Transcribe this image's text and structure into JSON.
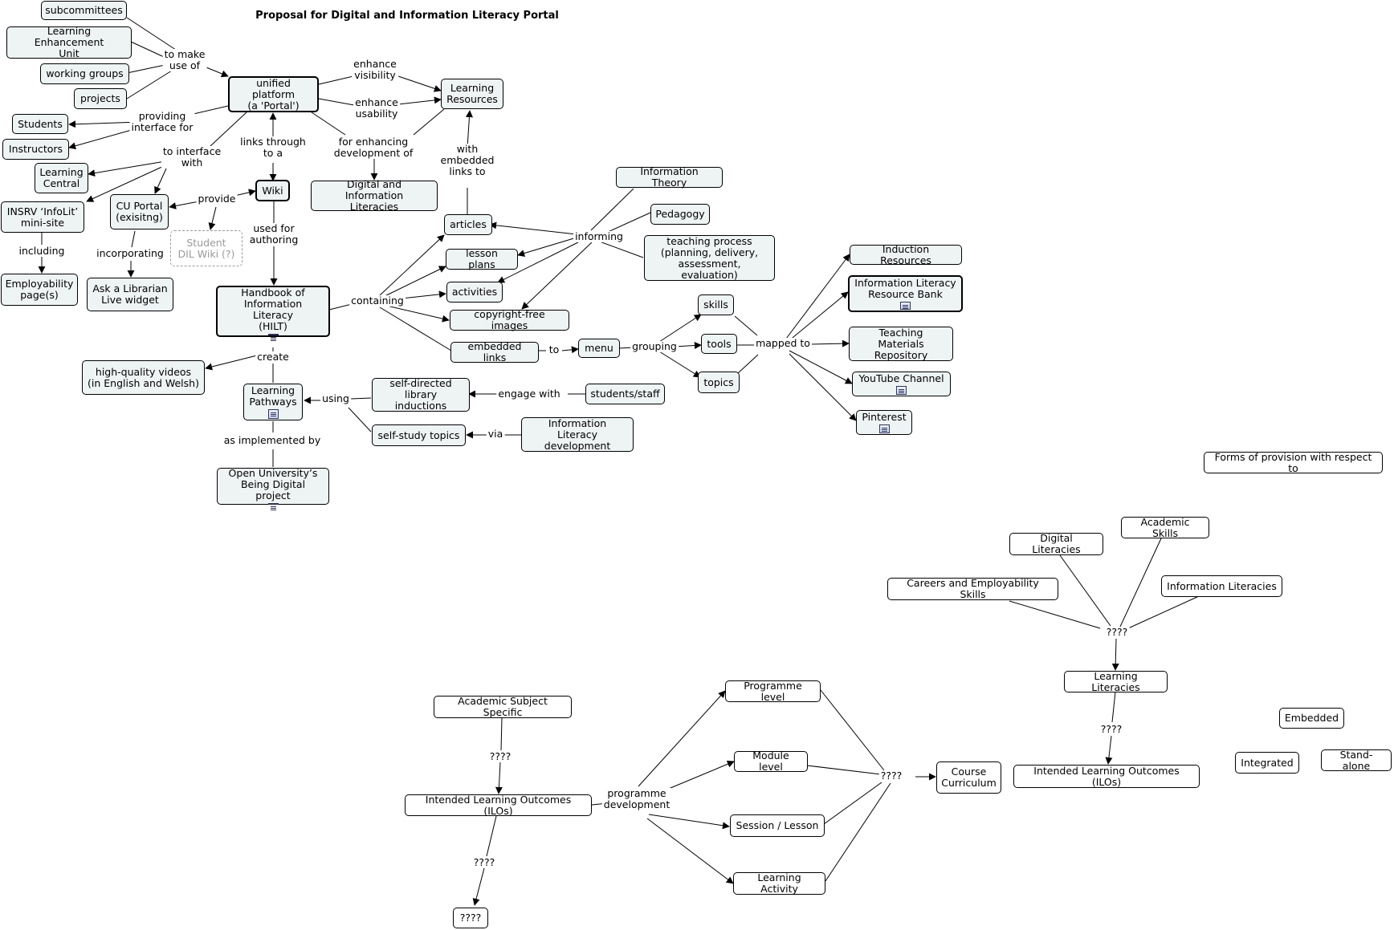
{
  "title": "Proposal for Digital and Information Literacy Portal",
  "nodes": {
    "subcommittees": "subcommittees",
    "leu": "Learning Enhancement\nUnit",
    "working_groups": "working groups",
    "projects": "projects",
    "students": "Students",
    "instructors": "Instructors",
    "learning_central": "Learning\nCentral",
    "insrv": "INSRV ‘InfoLit’\nmini-site",
    "employability": "Employability\npage(s)",
    "unified": "unified platform\n(a 'Portal')",
    "cu_portal": "CU Portal\n(exisitng)",
    "wiki": "Wiki",
    "student_wiki": "Student\nDIL Wiki (?)",
    "ask_librarian": "Ask a Librarian\nLive widget",
    "hilt": "Handbook of\nInformation Literacy\n(HILT)",
    "hq_videos": "high-quality videos\n(in English and Welsh)",
    "learning_pathways": "Learning\nPathways",
    "open_university": "Open University’s\nBeing Digital project",
    "dil": "Digital and Information\nLiteracies",
    "learning_resources": "Learning\nResources",
    "articles": "articles",
    "lesson_plans": "lesson plans",
    "activities": "activities",
    "copyright_images": "copyright-free images",
    "embedded_links": "embedded links",
    "menu": "menu",
    "info_theory": "Information Theory",
    "pedagogy": "Pedagogy",
    "teaching_process": "teaching process\n(planning, delivery,\nassessment, evaluation)",
    "skills": "skills",
    "tools": "tools",
    "topics": "topics",
    "self_directed": "self-directed\nlibrary inductions",
    "self_study": "self-study topics",
    "students_staff": "students/staff",
    "il_development": "Information Literacy\ndevelopment",
    "induction_resources": "Induction Resources",
    "ilrb": "Information Literacy\nResource Bank",
    "tmr": "Teaching Materials\nRepository",
    "youtube": "YouTube Channel",
    "pinterest": "Pinterest",
    "forms_provision": "Forms of provision with respect to",
    "academic_skills": "Academic Skills",
    "digital_literacies": "Digital Literacies",
    "careers": "Careers and Employability Skills",
    "information_literacies": "Information Literacies",
    "learning_literacies": "Learning Literacies",
    "ilos_right": "Intended Learning Outcomes (ILOs)",
    "embedded": "Embedded",
    "integrated": "Integrated",
    "stand_alone": "Stand-alone",
    "academic_subject": "Academic Subject Specific",
    "ilos_bottom": "Intended Learning Outcomes (ILOs)",
    "q_bottom": "????",
    "programme_level": "Programme level",
    "module_level": "Module level",
    "session_lesson": "Session / Lesson",
    "learning_activity": "Learning Activity",
    "course_curriculum": "Course\nCurriculum"
  },
  "links": {
    "to_make_use_of": "to make\nuse of",
    "providing_interface_for": "providing\ninterface for",
    "to_interface_with": "to interface\nwith",
    "including": "including",
    "incorporating": "incorporating",
    "provide": "provide",
    "links_through_to_a": "links through\nto a",
    "used_for_authoring": "used for\nauthoring",
    "enhance_visibility": "enhance\nvisibility",
    "enhance_usability": "enhance\nusability",
    "for_enhancing_development_of": "for enhancing\ndevelopment of",
    "with_embedded_links_to": "with\nembedded\nlinks to",
    "containing": "containing",
    "informing": "informing",
    "create": "create",
    "using": "using",
    "as_implemented_by": "as implemented by",
    "engage_with": "engage with",
    "via": "via",
    "to": "to",
    "grouping": "grouping",
    "mapped_to": "mapped to",
    "q_top": "????",
    "q_learning_literacies": "????",
    "q_academic": "????",
    "q_ilos_down": "????",
    "programme_development": "programme\ndevelopment",
    "q_levels": "????"
  }
}
